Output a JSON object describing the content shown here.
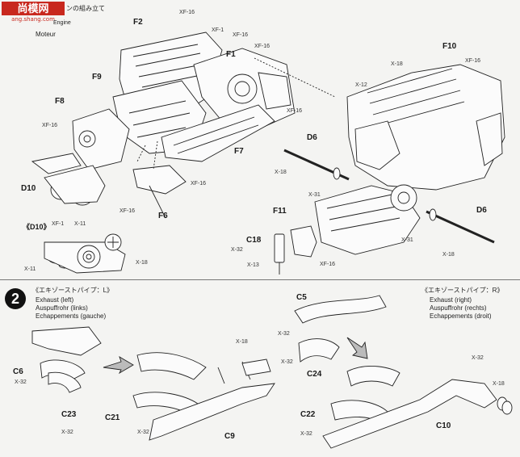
{
  "logo": {
    "line1": "尚模网",
    "line2": "ang.shang.com",
    "brand_color": "#c8281e"
  },
  "step1": {
    "title_jp": "ンの組み立て",
    "title_en": "Engine",
    "title_fr": "Moteur",
    "labels": [
      "F2",
      "F1",
      "F9",
      "F8",
      "F6",
      "F7",
      "D10",
      "F10",
      "D6",
      "F11",
      "C18",
      "D6"
    ],
    "parts": [
      "XF-16",
      "XF-1",
      "XF-16",
      "XF-16",
      "XF-16",
      "XF-16",
      "XF-16",
      "XF-16",
      "X-18",
      "X-12",
      "XF-16",
      "X-18",
      "X-31",
      "X-31",
      "X-18",
      "X-32",
      "X-13",
      "XF-16"
    ],
    "detail": {
      "label": "《D10》",
      "parts": [
        "XF-1",
        "X-11",
        "X-11",
        "X-18"
      ]
    }
  },
  "step2": {
    "number": "2",
    "left": {
      "jp": "《エキゾーストパイプ：L》",
      "de_en": "Exhaust (left)",
      "de": "Auspuffrohr (links)",
      "fr": "Echappements (gauche)"
    },
    "right": {
      "jp": "《エキゾーストパイプ：R》",
      "en": "Exhaust (right)",
      "de": "Auspuffrohr (rechts)",
      "fr": "Echappements (droit)"
    },
    "labels": [
      "C6",
      "C23",
      "C21",
      "C9",
      "C5",
      "C24",
      "C22",
      "C10"
    ],
    "parts": [
      "X-32",
      "X-32",
      "X-32",
      "X-18",
      "X-32",
      "X-32",
      "X-32",
      "X-32",
      "X-18"
    ]
  }
}
